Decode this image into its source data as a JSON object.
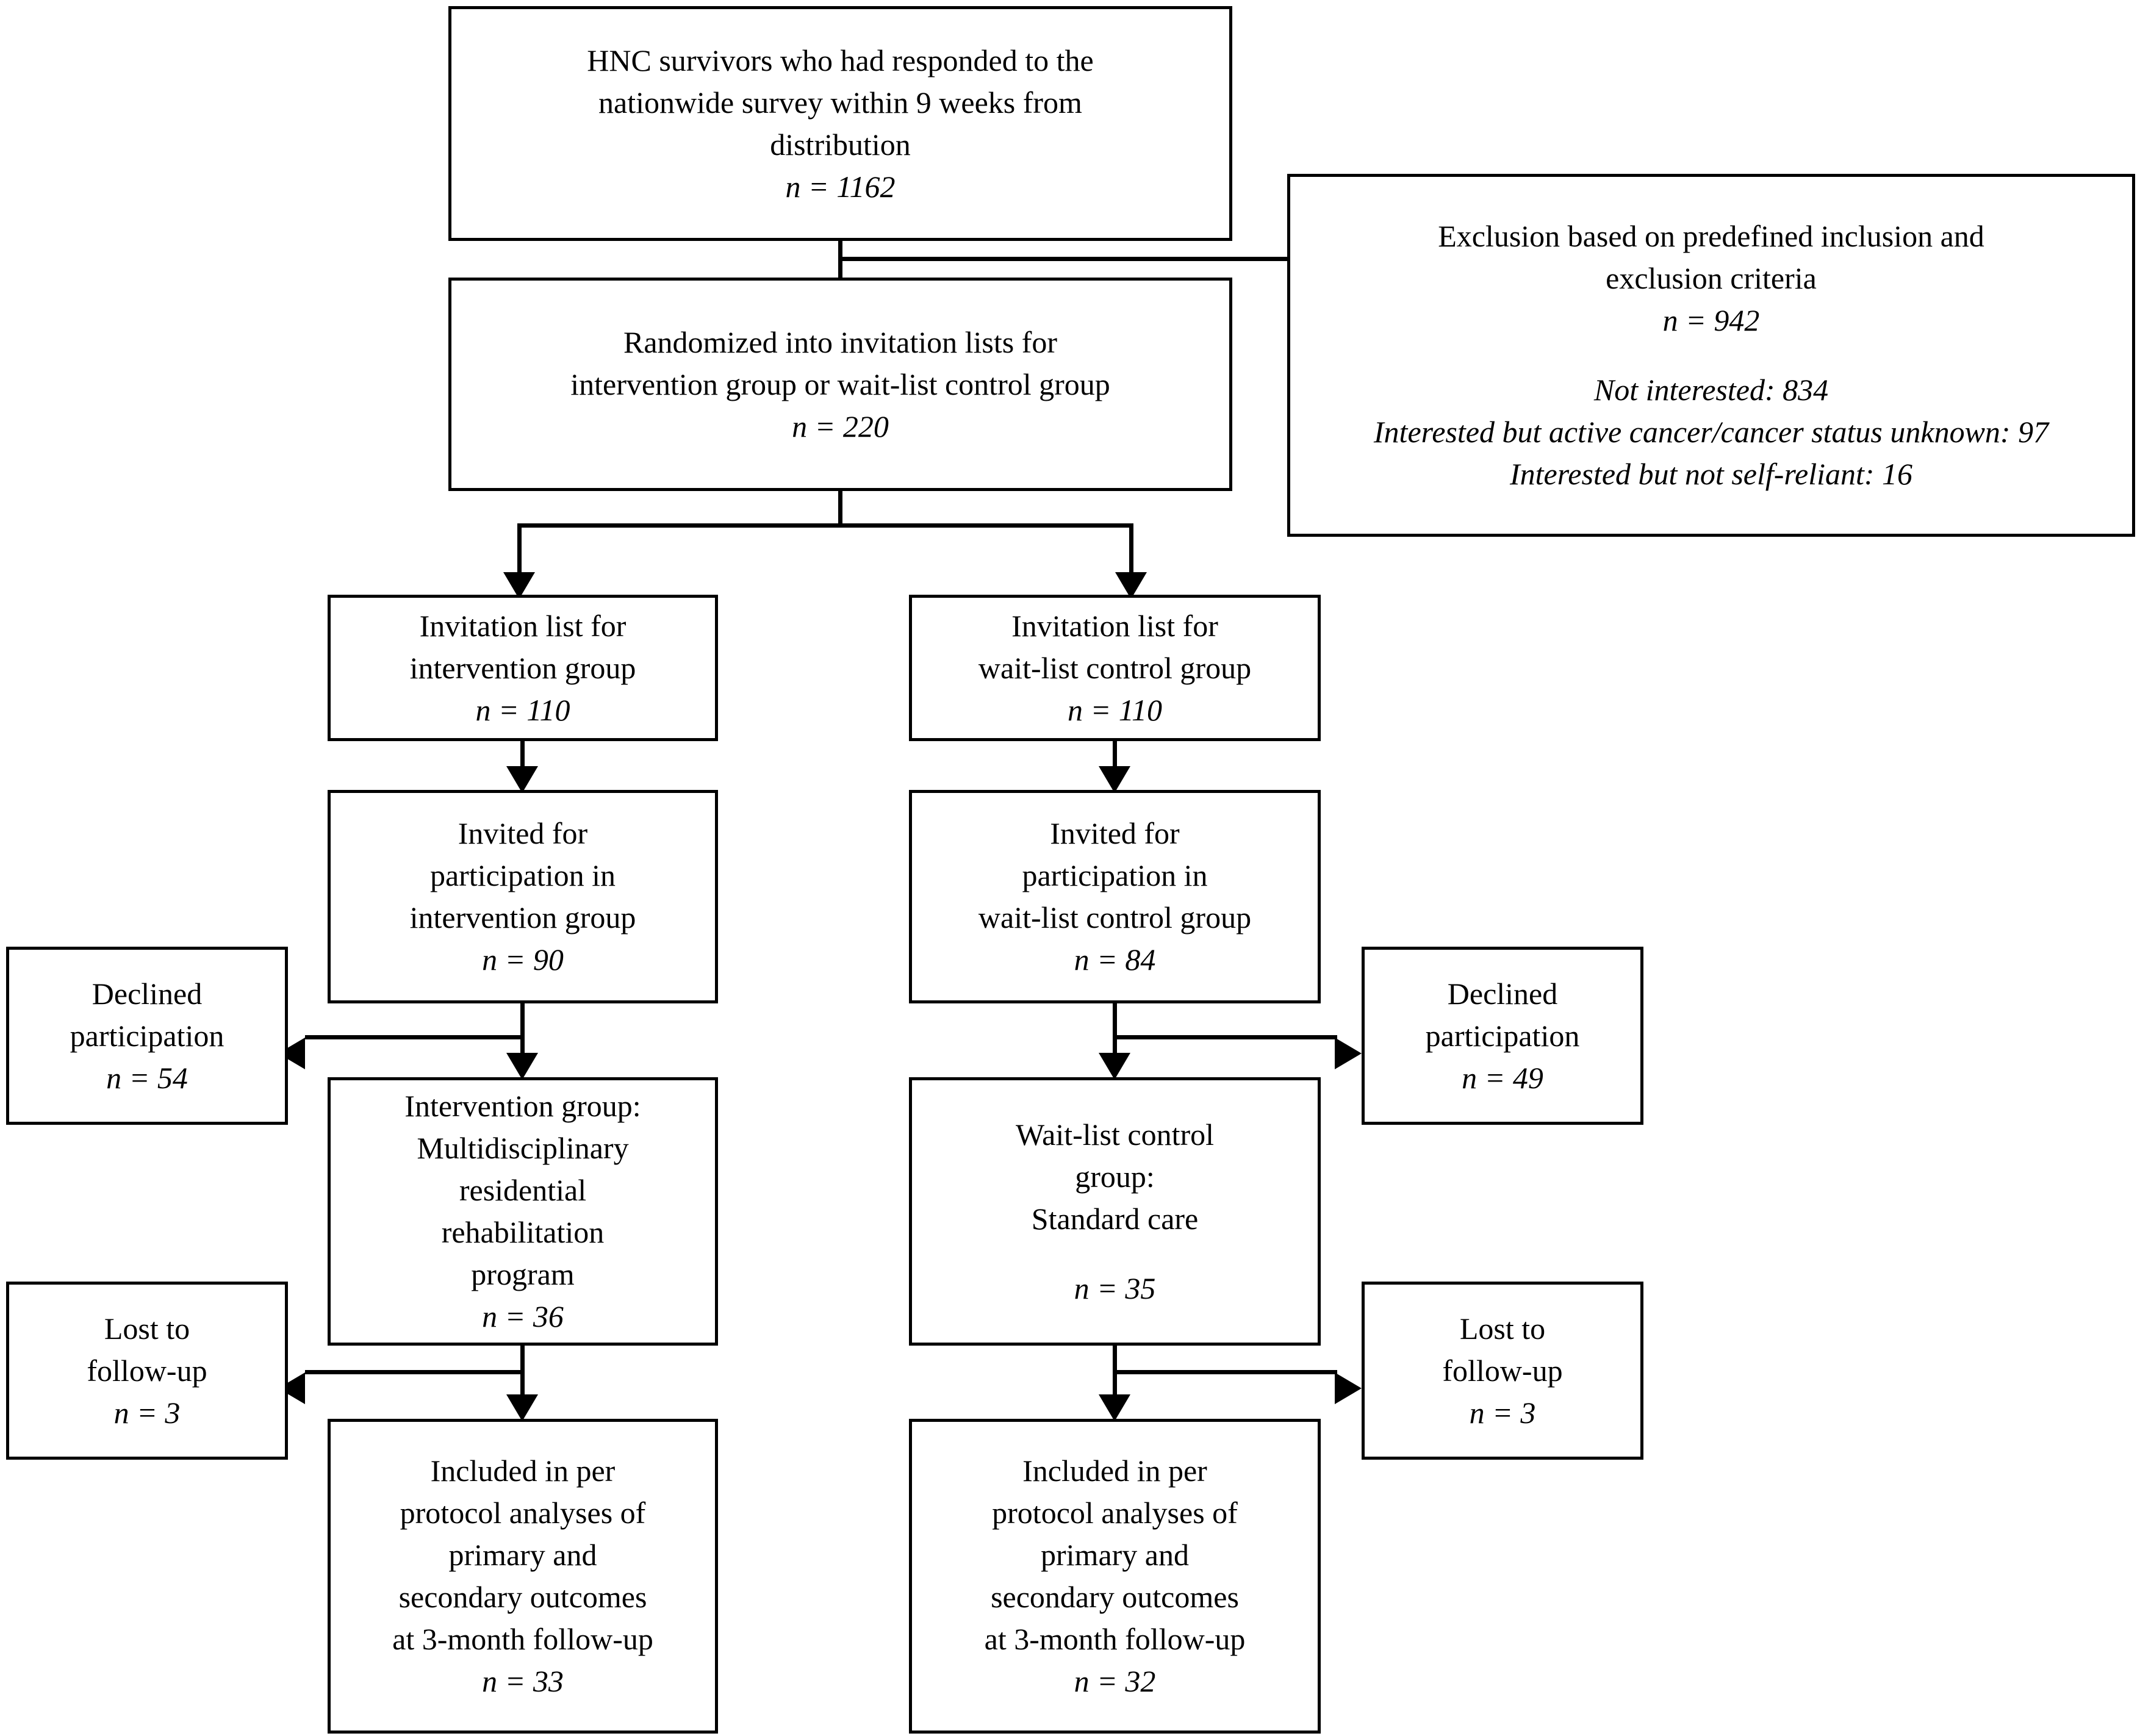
{
  "diagram": {
    "type": "consort-flow-diagram",
    "nodes": {
      "responders": {
        "lines": [
          "HNC survivors who had responded to the",
          "nationwide survey within 9 weeks from",
          "distribution"
        ],
        "n": "n = 1162"
      },
      "exclusion": {
        "lines": [
          "Exclusion based on predefined inclusion and",
          "exclusion criteria"
        ],
        "n": "n = 942",
        "reasons": [
          "Not interested: 834",
          "Interested but active cancer/cancer status unknown: 97",
          "Interested but not self-reliant: 16"
        ]
      },
      "randomized": {
        "lines": [
          "Randomized into invitation lists for",
          "intervention group or wait-list control group"
        ],
        "n": "n = 220"
      },
      "invite_list_intervention": {
        "lines": [
          "Invitation list for",
          "intervention group"
        ],
        "n": "n = 110"
      },
      "invite_list_control": {
        "lines": [
          "Invitation list for",
          "wait-list control group"
        ],
        "n": "n = 110"
      },
      "invited_intervention": {
        "lines": [
          "Invited for",
          "participation in",
          "intervention group"
        ],
        "n": "n = 90"
      },
      "invited_control": {
        "lines": [
          "Invited for",
          "participation in",
          "wait-list control group"
        ],
        "n": "n = 84"
      },
      "declined_intervention": {
        "lines": [
          "Declined",
          "participation"
        ],
        "n": "n = 54"
      },
      "declined_control": {
        "lines": [
          "Declined",
          "participation"
        ],
        "n": "n = 49"
      },
      "intervention_group": {
        "lines": [
          "Intervention group:",
          "Multidisciplinary",
          "residential",
          "rehabilitation",
          "program"
        ],
        "n": "n = 36"
      },
      "control_group": {
        "lines": [
          "Wait-list control",
          "group:",
          "Standard care"
        ],
        "n": "n = 35"
      },
      "lost_intervention": {
        "lines": [
          "Lost to",
          "follow-up"
        ],
        "n": "n = 3"
      },
      "lost_control": {
        "lines": [
          "Lost to",
          "follow-up"
        ],
        "n": "n = 3"
      },
      "analysed_intervention": {
        "lines": [
          "Included in per",
          "protocol analyses of",
          "primary and",
          "secondary outcomes",
          "at 3-month follow-up"
        ],
        "n": "n = 33"
      },
      "analysed_control": {
        "lines": [
          "Included in per",
          "protocol analyses of",
          "primary and",
          "secondary outcomes",
          "at 3-month follow-up"
        ],
        "n": "n = 32"
      }
    },
    "colors": {
      "stroke": "#000000",
      "background": "#ffffff",
      "text": "#000000"
    }
  }
}
